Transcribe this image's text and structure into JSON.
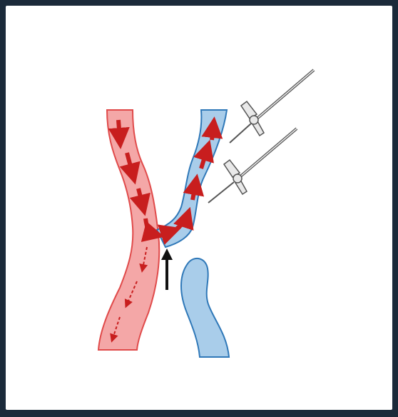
{
  "diagram": {
    "colors": {
      "background_frame": "#1b2a3a",
      "artery_fill": "#f4a7a7",
      "artery_outline": "#e04a4a",
      "vein_fill": "#a9cdea",
      "vein_outline": "#2f78b8",
      "flow_arrow": "#c81e1e",
      "pointer_arrow": "#111111",
      "needle": "#555555",
      "needle_wing": "#e9e9e9"
    },
    "elements": [
      "artery",
      "vein-upper",
      "vein-lower",
      "anastomosis",
      "flow-arrows",
      "needle-upper",
      "needle-lower",
      "pointer-arrow"
    ]
  }
}
